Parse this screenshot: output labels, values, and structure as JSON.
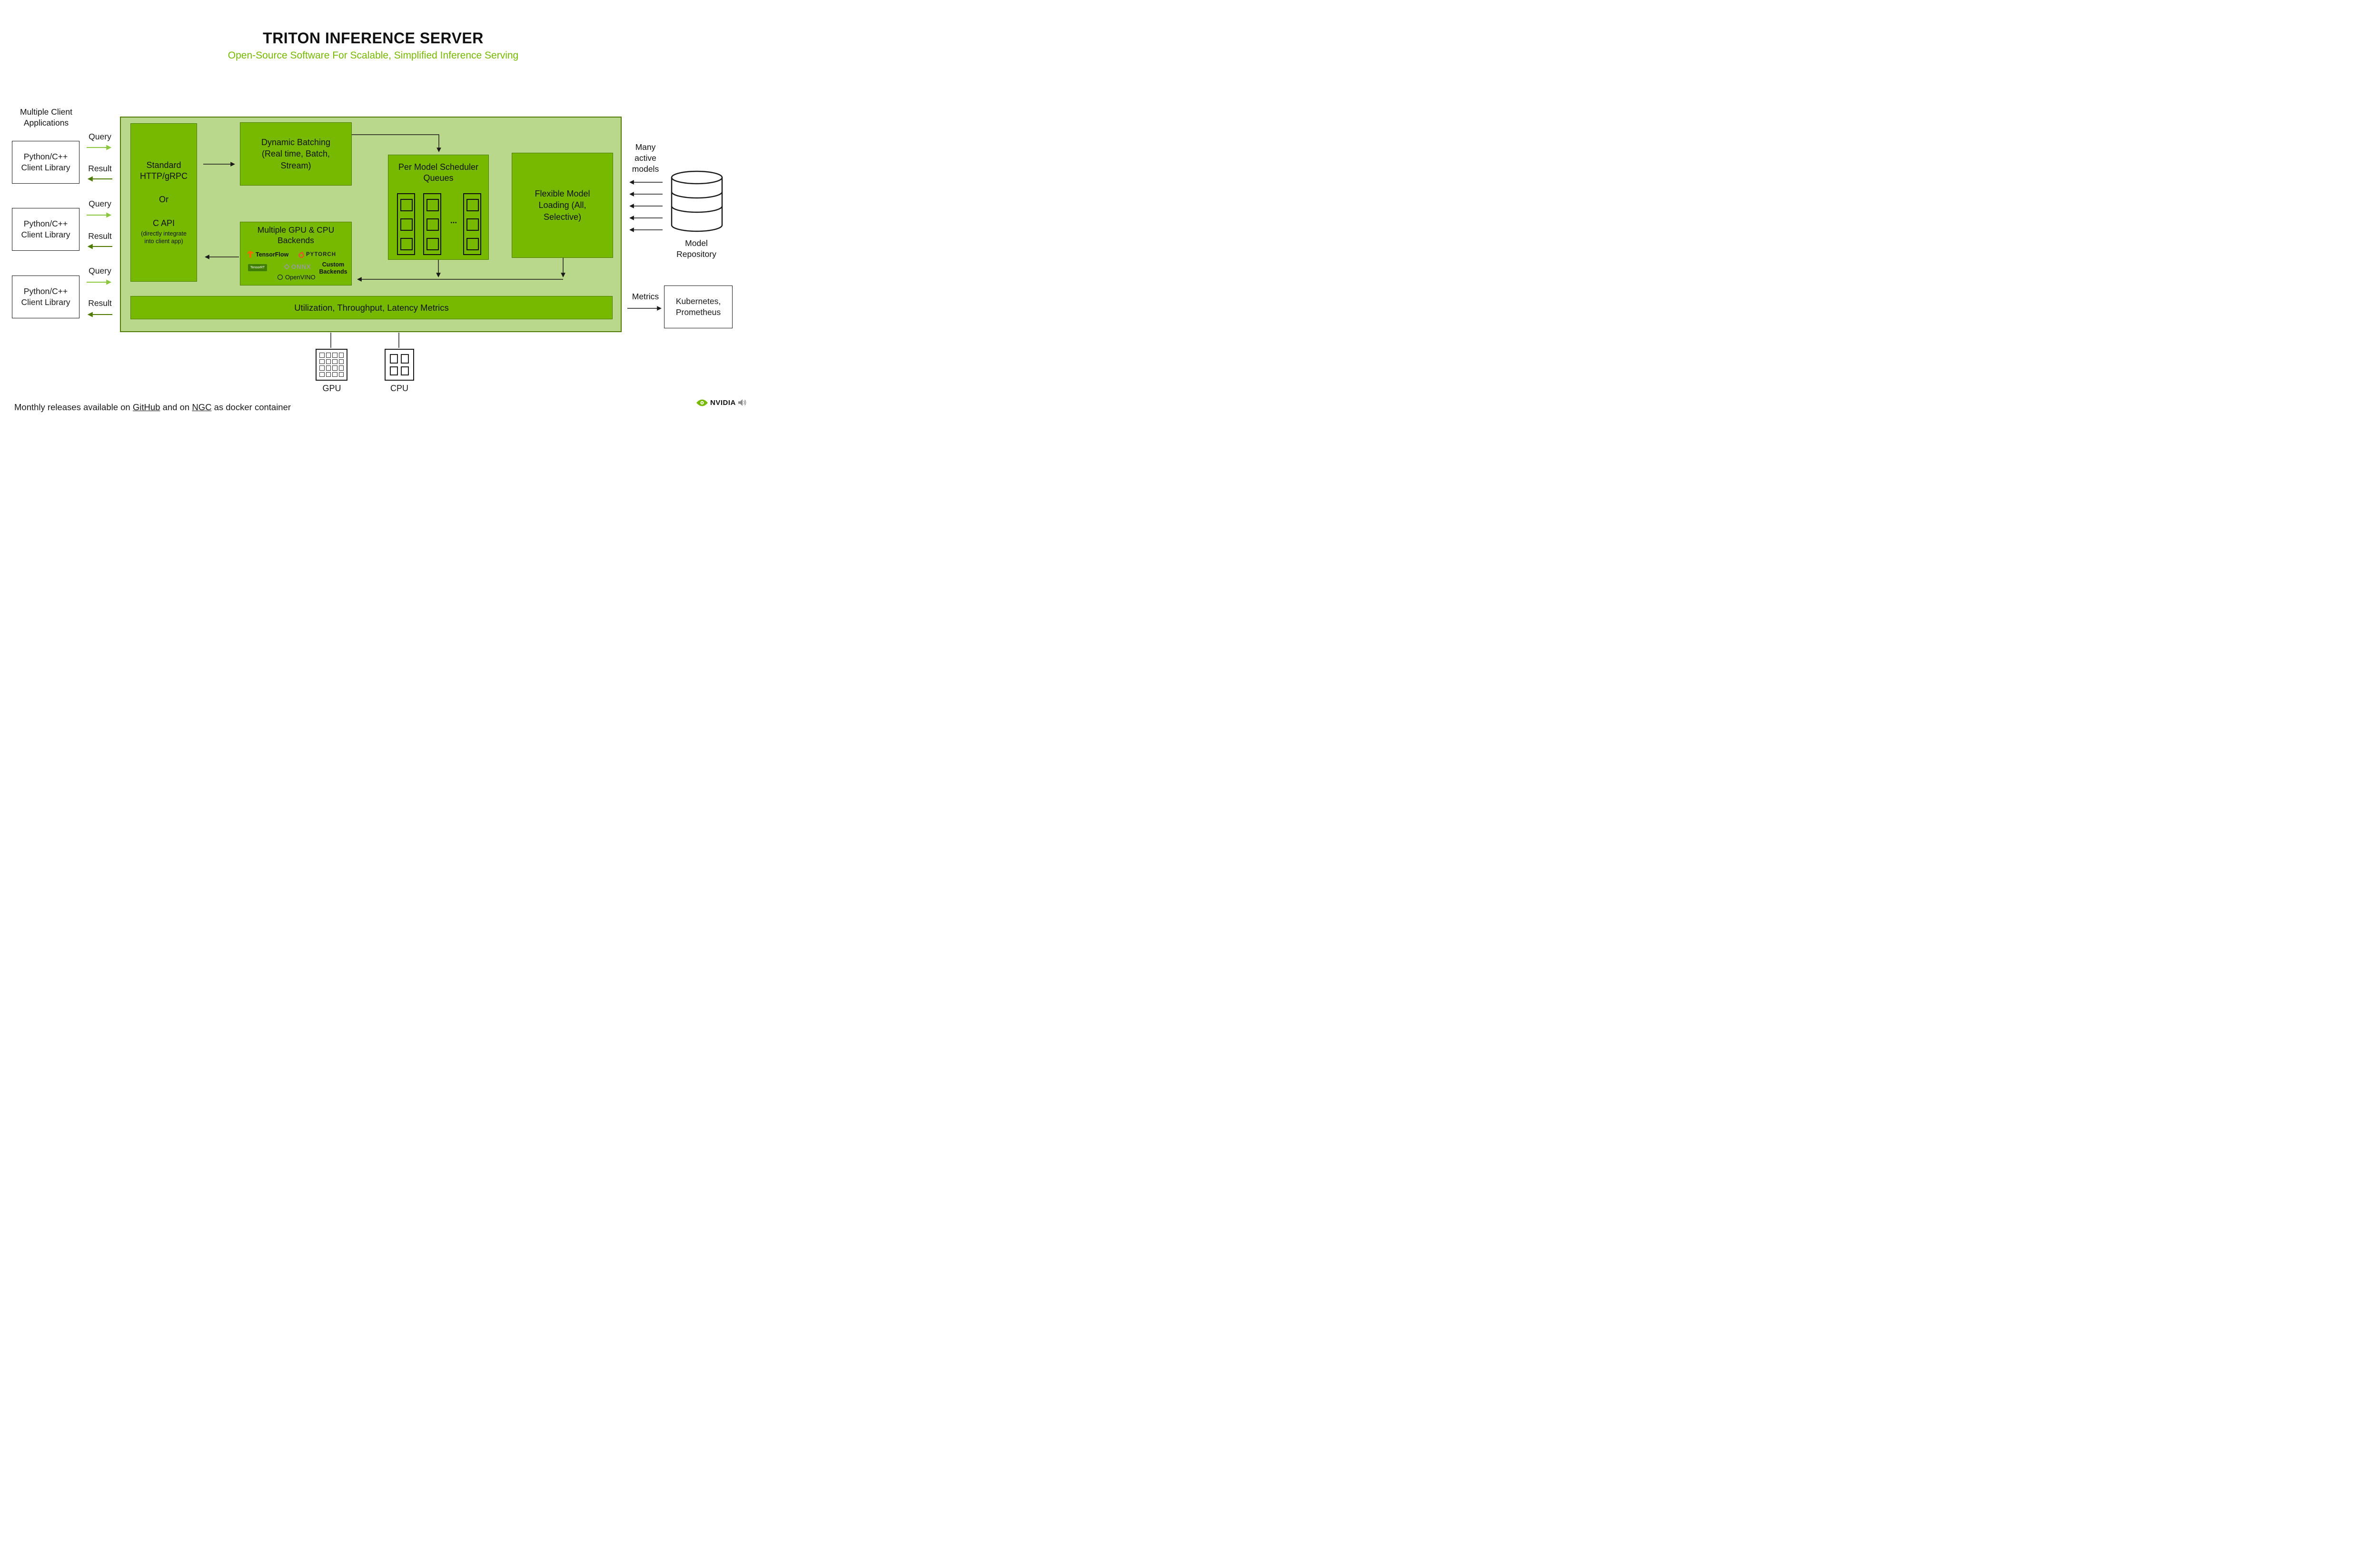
{
  "title": "TRITON INFERENCE SERVER",
  "subtitle": "Open-Source Software For Scalable, Simplified Inference Serving",
  "colors": {
    "nvidia_green": "#76b900",
    "light_green_panel": "#b9d88c",
    "panel_border": "#4e7a00",
    "query_arrow": "#8dc63f",
    "result_arrow": "#4e7a00",
    "text": "#1a1a1a"
  },
  "clients": {
    "heading": "Multiple Client\nApplications",
    "items": [
      {
        "label": "Python/C++\nClient Library"
      },
      {
        "label": "Python/C++\nClient Library"
      },
      {
        "label": "Python/C++\nClient Library"
      }
    ],
    "query_label": "Query",
    "result_label": "Result"
  },
  "server": {
    "gateway": {
      "title": "Standard\nHTTP/gRPC",
      "or": "Or",
      "api": "C API",
      "note": "(directly integrate\ninto client app)"
    },
    "dynamic_batching": "Dynamic Batching\n(Real time, Batch,\nStream)",
    "scheduler": {
      "title": "Per Model Scheduler\nQueues",
      "ellipsis": "..."
    },
    "flexible_loading": "Flexible Model\nLoading (All,\nSelective)",
    "backends": {
      "title": "Multiple GPU & CPU\nBackends",
      "tensorflow_label": "TensorFlow",
      "pytorch_label": "PYTORCH",
      "tensorrt_label": "TensorRT",
      "onnx_label": "ONNX",
      "openvino_label": "OpenVINO",
      "custom_label": "Custom\nBackends"
    },
    "metrics_bar": "Utilization, Throughput, Latency Metrics"
  },
  "right": {
    "many_models": "Many\nactive\nmodels",
    "model_repository": "Model\nRepository",
    "metrics_label": "Metrics",
    "kubernetes_box": "Kubernetes,\nPrometheus"
  },
  "hardware": {
    "gpu_label": "GPU",
    "cpu_label": "CPU"
  },
  "footer": {
    "prefix": "Monthly releases available on ",
    "github": "GitHub",
    "mid": " and on ",
    "ngc": "NGC",
    "suffix": " as docker container"
  },
  "branding": {
    "name": "NVIDIA"
  }
}
